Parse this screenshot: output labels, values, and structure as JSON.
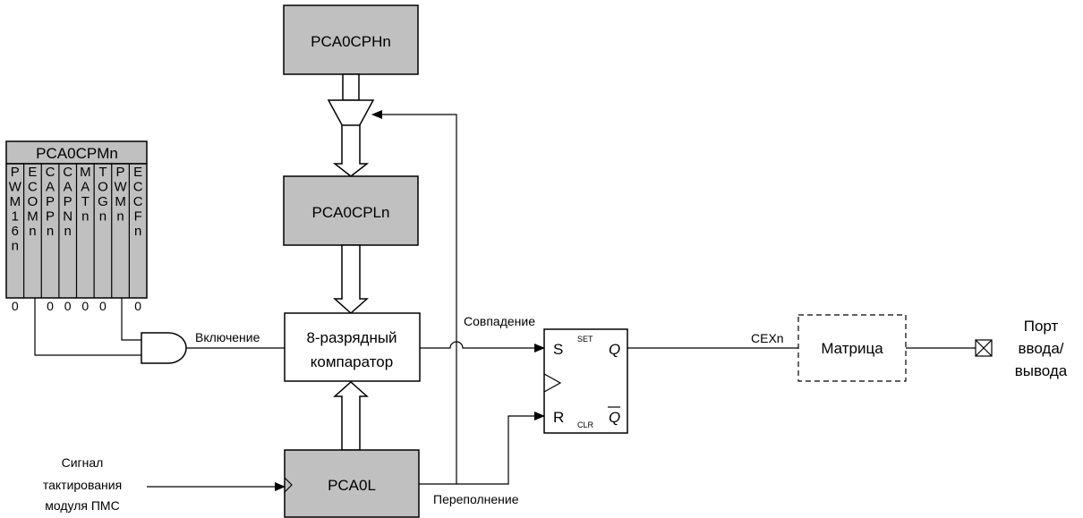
{
  "blocks": {
    "pca0cphn": "PCA0CPHn",
    "pca0cpln": "PCA0CPLn",
    "pca0l": "PCA0L",
    "comparator_line1": "8-разрядный",
    "comparator_line2": "компаратор",
    "matrix": "Матрица"
  },
  "register": {
    "title": "PCA0CPMn",
    "bits": [
      {
        "chars": [
          "P",
          "W",
          "M",
          "1",
          "6",
          "n"
        ],
        "value": "0"
      },
      {
        "chars": [
          "E",
          "C",
          "O",
          "M",
          "n"
        ],
        "value": ""
      },
      {
        "chars": [
          "C",
          "A",
          "P",
          "P",
          "n"
        ],
        "value": "0"
      },
      {
        "chars": [
          "C",
          "A",
          "P",
          "N",
          "n"
        ],
        "value": "0"
      },
      {
        "chars": [
          "M",
          "A",
          "T",
          "n"
        ],
        "value": "0"
      },
      {
        "chars": [
          "T",
          "O",
          "G",
          "n"
        ],
        "value": "0"
      },
      {
        "chars": [
          "P",
          "W",
          "M",
          "n"
        ],
        "value": ""
      },
      {
        "chars": [
          "E",
          "C",
          "C",
          "F",
          "n"
        ],
        "value": "0"
      }
    ]
  },
  "flipflop": {
    "s": "S",
    "set": "SET",
    "q": "Q",
    "r": "R",
    "clr": "CLR",
    "qbar": "Q"
  },
  "labels": {
    "enable": "Включение",
    "match": "Совпадение",
    "overflow": "Переполнение",
    "cexn": "CEXn",
    "clock_line1": "Сигнал",
    "clock_line2": "тактирования",
    "clock_line3": "модуля ПМС",
    "port_line1": "Порт",
    "port_line2": "ввода/",
    "port_line3": "вывода"
  }
}
